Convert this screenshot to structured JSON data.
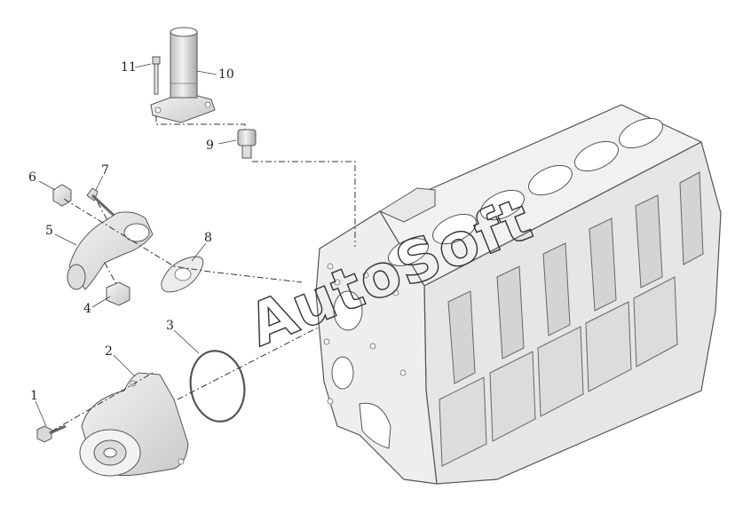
{
  "watermark": "AutoSoft",
  "labels": {
    "p1": "1",
    "p2": "2",
    "p3": "3",
    "p4": "4",
    "p5": "5",
    "p6": "6",
    "p7": "7",
    "p8": "8",
    "p9": "9",
    "p10": "10",
    "p11": "11"
  }
}
